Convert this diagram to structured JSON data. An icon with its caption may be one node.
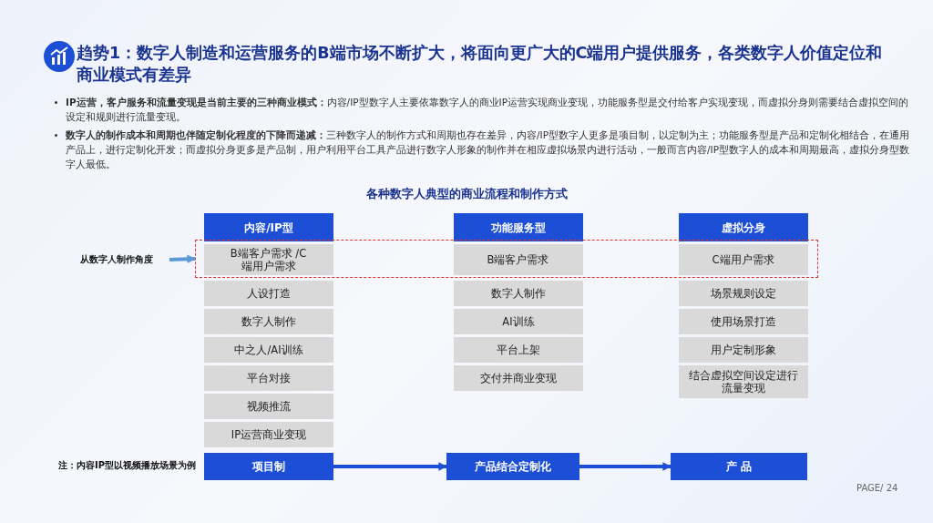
{
  "diagram": {
    "title": "趋势1：数字人制造和运营服务的B端市场不断扩大，将面向更广大的C端用户提供服务，各类数字人价值定位和商业模式有差异",
    "nodes": [
      {
        "text": [
          "内容/IP型"
        ]
      },
      {
        "text": [
          "功能服务型"
        ]
      },
      {
        "text": [
          "虚拟分身"
        ]
      },
      {
        "text": [
          "从数字人制作角度"
        ]
      },
      {
        "text": [],
        "shape": "box"
      },
      {
        "text": [
          "B端客户需求 /C端用户需求"
        ],
        "in": 4
      },
      {
        "text": [
          "B端客户需求"
        ],
        "in": 4
      },
      {
        "text": [
          "C端用户需求"
        ],
        "in": 4
      },
      {
        "text": [
          "人设打造"
        ]
      },
      {
        "text": [
          "数字人制作"
        ]
      },
      {
        "text": [
          "场景规则设定"
        ]
      },
      {
        "text": [
          "数字人制作"
        ]
      },
      {
        "text": [
          "AI训练"
        ]
      },
      {
        "text": [
          "使用场景打造"
        ]
      },
      {
        "text": [
          "中之人/AI训练"
        ]
      },
      {
        "text": [
          "平台上架"
        ]
      },
      {
        "text": [
          "用户定制形象"
        ]
      },
      {
        "text": [
          "平台对接"
        ]
      },
      {
        "text": [
          "交付并商业变现"
        ]
      },
      {
        "text": [
          "结合虚拟空间设定进行流量变现"
        ]
      },
      {
        "text": [
          "视频推流"
        ]
      },
      {
        "text": [
          "IP运营商业变现"
        ]
      },
      {
        "text": [
          "项目制"
        ]
      },
      {
        "text": [
          "产品结合定制化"
        ]
      },
      {
        "text": [
          "产 品"
        ]
      }
    ],
    "edges": [
      {
        "from": 3,
        "to": 4,
        "arrow": "to",
        "color": "#5b9bd5"
      },
      {
        "from": 22,
        "to": 23,
        "arrow": "to"
      },
      {
        "from": 23,
        "to": 24,
        "arrow": "to"
      }
    ],
    "labels": [
      "**IP运营，客户服务和流量变现是当前主要的三种商业模式：**内容/IP型数字人主要依靠数字人的商业IP运营实现商业变现，功能服务型是交付给客户实现变现，而虚拟分身则需要结合虚拟空间的设定和规则进行流量变现。",
      "**数字人的制作成本和周期也伴随定制化程度的下降而递减：**三种数字人的制作方式和周期也存在差异，内容/IP型数字人更多是项目制，以定制为主；功能服务型是产品和定制化相结合，在通用产品上，进行定制化开发；而虚拟分身更多是产品制，用户利用平台工具产品进行数字人形象的制作并在相应虚拟场景内进行活动，一般而言内容/IP型数字人的成本和周期最高，虚拟分身型数字人最低。",
      "各种数字人典型的商业流程和制作方式",
      "注：内容IP型以视频播放场景为例",
      "PAGE/ 24"
    ]
  }
}
